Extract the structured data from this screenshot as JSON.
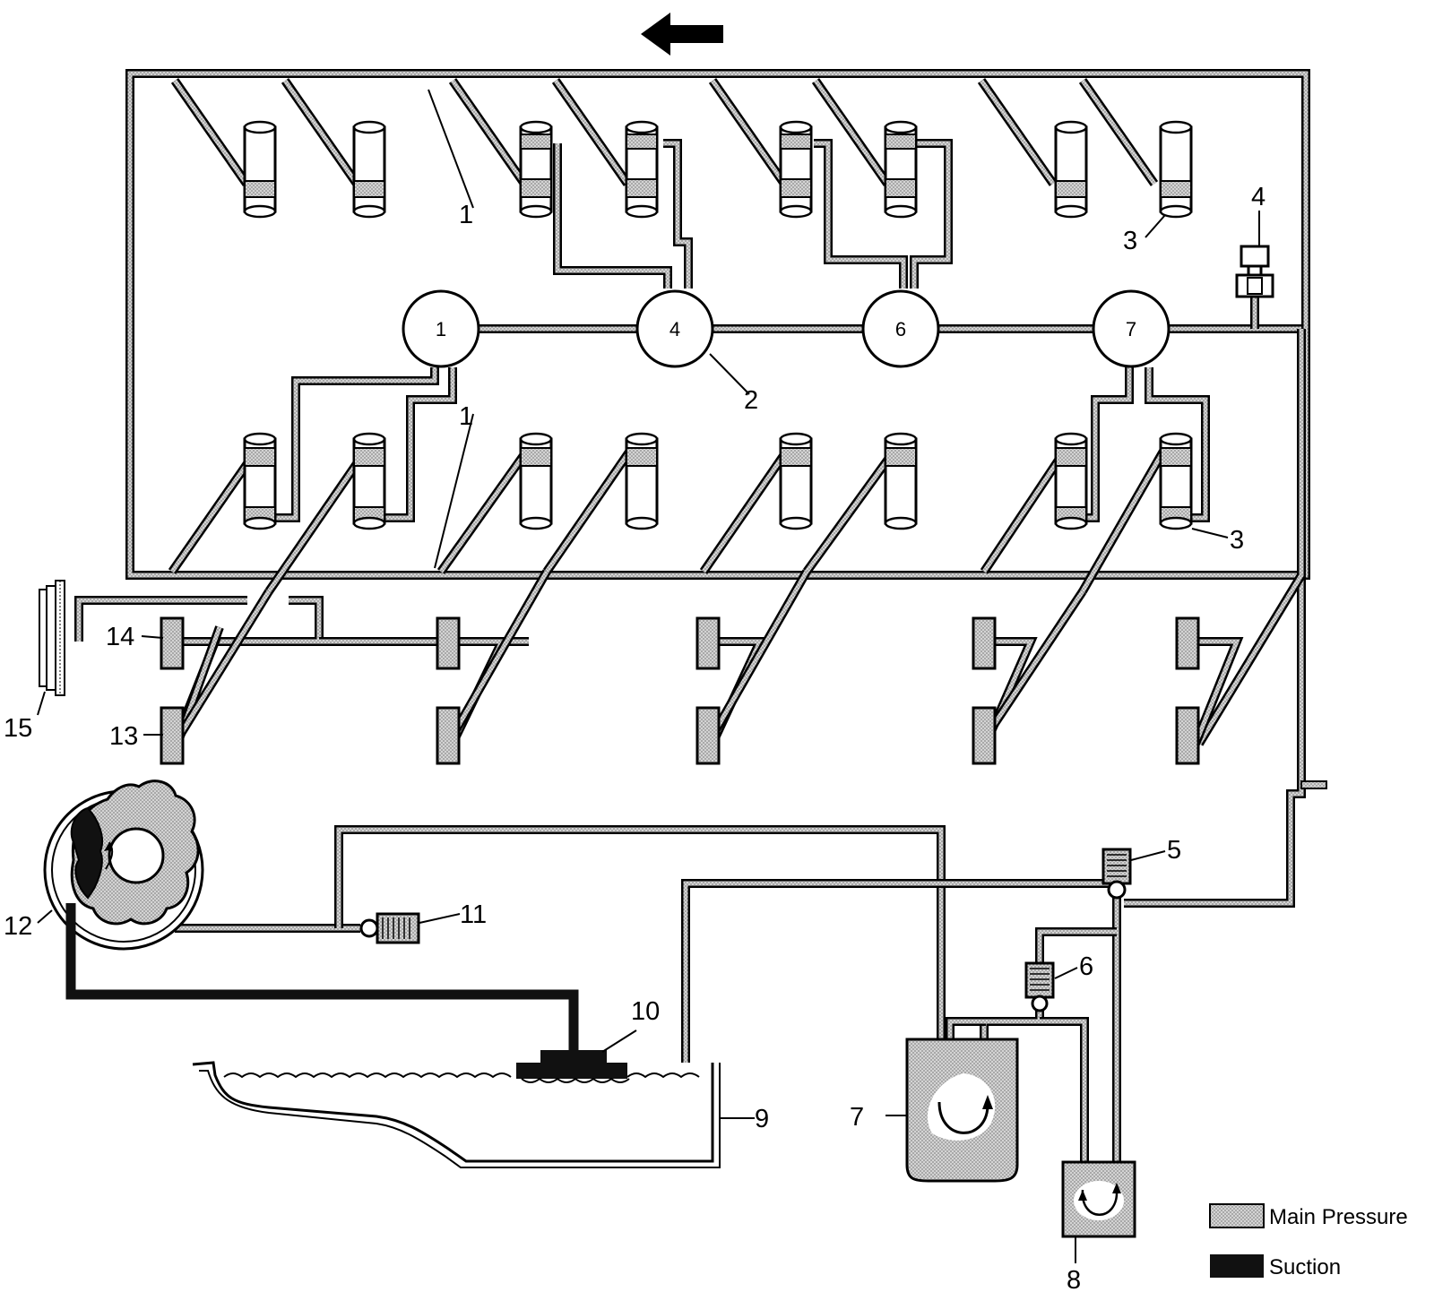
{
  "callouts": {
    "c1": "1",
    "c2": "2",
    "c3": "3",
    "c4": "4",
    "c5": "5",
    "c6": "6",
    "c7": "7",
    "c8": "8",
    "c9": "9",
    "c10": "10",
    "c11": "11",
    "c12": "12",
    "c13": "13",
    "c14": "14",
    "c15": "15"
  },
  "crankshaft_journals": [
    "1",
    "4",
    "6",
    "7"
  ],
  "legend": {
    "main_pressure": "Main Pressure",
    "suction": "Suction"
  },
  "colors": {
    "main_pressure_fill": "#c9c9c9",
    "suction_fill": "#111111",
    "line": "#000000"
  }
}
